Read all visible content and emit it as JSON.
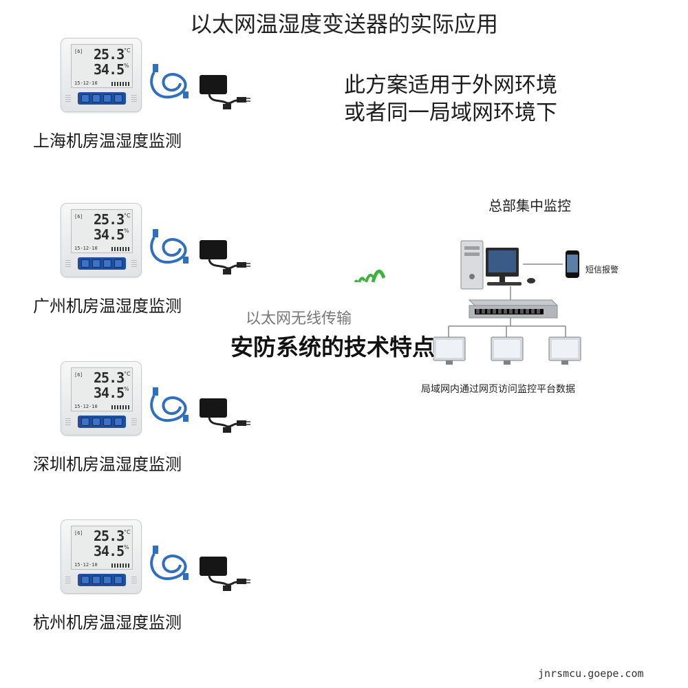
{
  "title": "以太网温湿度变送器的实际应用",
  "device_display": {
    "temperature": "25.3",
    "temp_unit": "°C",
    "humidity": "34.5",
    "hum_unit": "%",
    "date": "15-12-10",
    "channel": "[6]"
  },
  "sites": [
    {
      "label": "上海机房温湿度监测"
    },
    {
      "label": "广州机房温湿度监测"
    },
    {
      "label": "深圳机房温湿度监测"
    },
    {
      "label": "杭州机房温湿度监测"
    }
  ],
  "description": {
    "line1": "此方案适用于外网环境",
    "line2": "或者同一局域网环境下"
  },
  "network": {
    "hq_title": "总部集中监控",
    "sms_label": "短信报警",
    "lan_caption": "局域网内通过网页访问监控平台数据",
    "wireless_label": "以太网无线传输"
  },
  "overlay_title": "安防系统的技术特点",
  "watermark": "jnrsmcu.goepe.com",
  "colors": {
    "keypad_blue": "#1f4f9c",
    "cable_blue": "#2f6fc0",
    "wifi_green": "#3cb43c"
  }
}
